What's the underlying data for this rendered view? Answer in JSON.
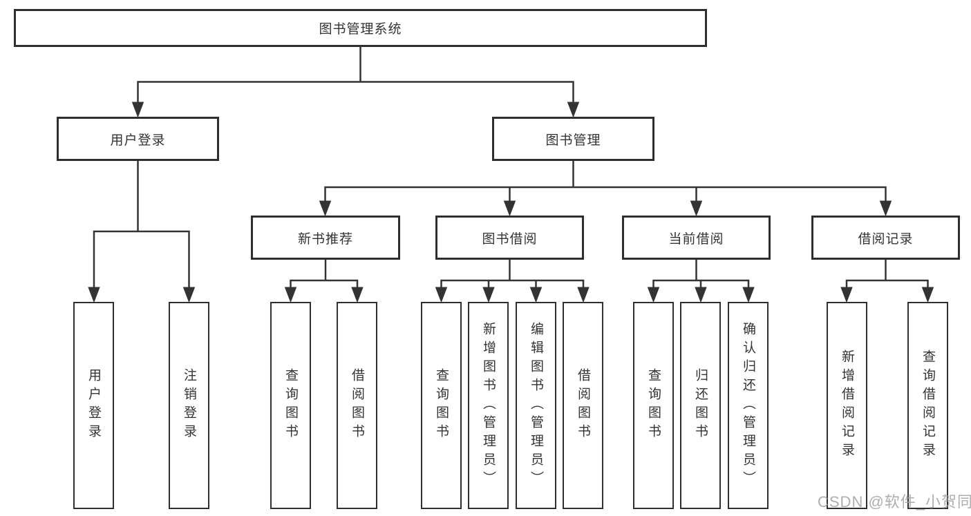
{
  "diagram": {
    "title": "图书管理系统",
    "root": {
      "label": "图书管理系统"
    },
    "level2": [
      {
        "id": "user-login",
        "label": "用户登录"
      },
      {
        "id": "book-management",
        "label": "图书管理"
      }
    ],
    "level3": [
      {
        "id": "new-book-recommend",
        "label": "新书推荐",
        "parent": "图书管理"
      },
      {
        "id": "book-borrowing",
        "label": "图书借阅",
        "parent": "图书管理"
      },
      {
        "id": "current-borrowing",
        "label": "当前借阅",
        "parent": "图书管理"
      },
      {
        "id": "borrowing-records",
        "label": "借阅记录",
        "parent": "图书管理"
      }
    ],
    "leaves": [
      {
        "id": "user-login-leaf",
        "label": "用户登录",
        "parent": "用户登录"
      },
      {
        "id": "logout",
        "label": "注销登录",
        "parent": "用户登录"
      },
      {
        "id": "nbr-query-books",
        "label": "查询图书",
        "parent": "新书推荐"
      },
      {
        "id": "nbr-borrow-books",
        "label": "借阅图书",
        "parent": "新书推荐"
      },
      {
        "id": "bb-query-books",
        "label": "查询图书",
        "parent": "图书借阅"
      },
      {
        "id": "bb-add-books-admin",
        "label": "新增图书（管理员）",
        "parent": "图书借阅"
      },
      {
        "id": "bb-edit-books-admin",
        "label": "编辑图书（管理员）",
        "parent": "图书借阅"
      },
      {
        "id": "bb-borrow-books",
        "label": "借阅图书",
        "parent": "图书借阅"
      },
      {
        "id": "cb-query-books",
        "label": "查询图书",
        "parent": "当前借阅"
      },
      {
        "id": "cb-return-books",
        "label": "归还图书",
        "parent": "当前借阅"
      },
      {
        "id": "cb-confirm-return-admin",
        "label": "确认归还（管理员）",
        "parent": "当前借阅"
      },
      {
        "id": "br-add-record",
        "label": "新增借阅记录",
        "parent": "借阅记录"
      },
      {
        "id": "br-query-record",
        "label": "查询借阅记录",
        "parent": "借阅记录"
      }
    ],
    "watermark": "CSDN @软件_小贺同学",
    "colors": {
      "line": "#333333",
      "border": "#2e2e2e",
      "text": "#333333",
      "background": "#ffffff",
      "watermark": "#a0a0a0"
    }
  }
}
